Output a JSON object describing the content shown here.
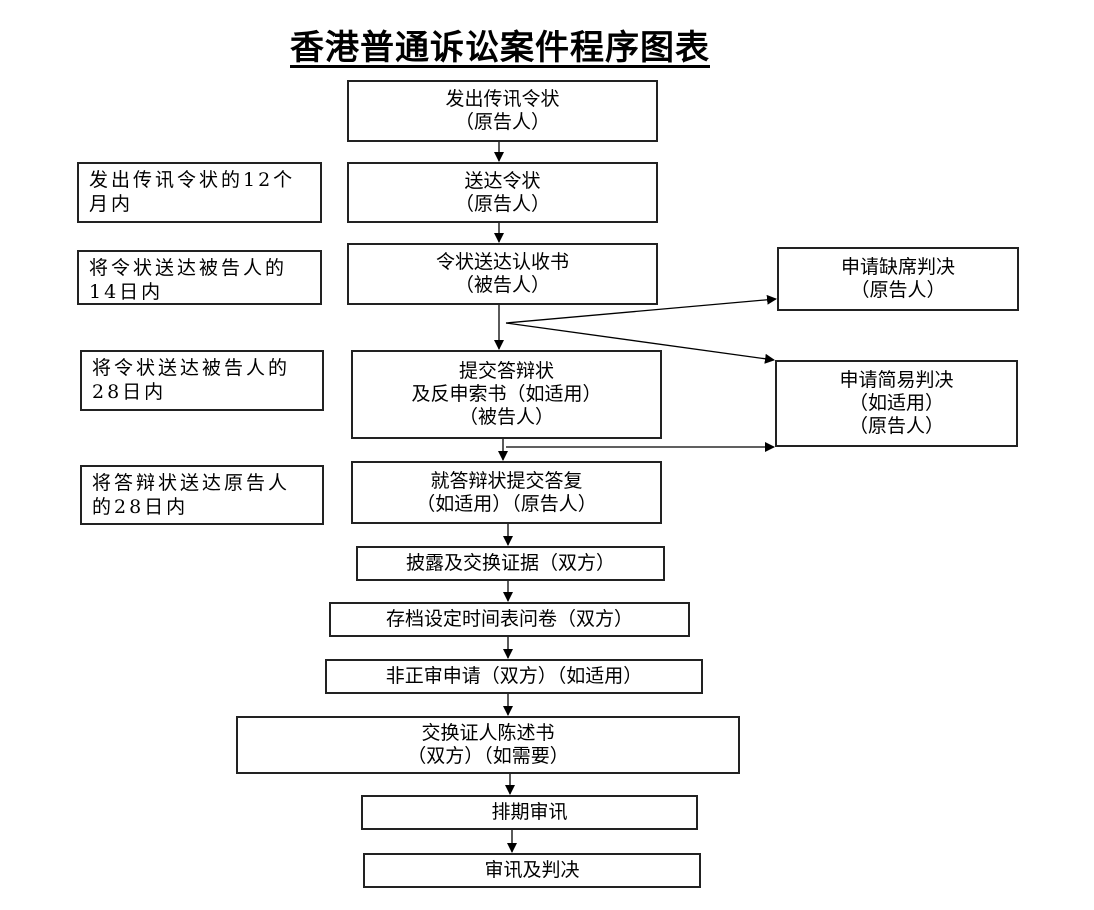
{
  "title": "香港普通诉讼案件程序图表",
  "main_steps": [
    {
      "lines": [
        "发出传讯令状",
        "（原告人）"
      ]
    },
    {
      "lines": [
        "送达令状",
        "（原告人）"
      ]
    },
    {
      "lines": [
        "令状送达认收书",
        "（被告人）"
      ]
    },
    {
      "lines": [
        "提交答辩状",
        "及反申索书（如适用）",
        "（被告人）"
      ]
    },
    {
      "lines": [
        "就答辩状提交答复",
        "（如适用）（原告人）"
      ]
    },
    {
      "lines": [
        "披露及交换证据（双方）"
      ]
    },
    {
      "lines": [
        "存档设定时间表问卷（双方）"
      ]
    },
    {
      "lines": [
        "非正审申请（双方）（如适用）"
      ]
    },
    {
      "lines": [
        "交换证人陈述书",
        "（双方）（如需要）"
      ]
    },
    {
      "lines": [
        "排期审讯"
      ]
    },
    {
      "lines": [
        "审讯及判决"
      ]
    }
  ],
  "time_notes": [
    {
      "lines": [
        "发出传讯令状的12个",
        "月内"
      ]
    },
    {
      "lines": [
        "将令状送达被告人的",
        "14日内"
      ]
    },
    {
      "lines": [
        "将令状送达被告人的",
        "28日内"
      ]
    },
    {
      "lines": [
        "将答辩状送达原告人",
        "的28日内"
      ]
    }
  ],
  "side_branches": [
    {
      "lines": [
        "申请缺席判决",
        "（原告人）"
      ]
    },
    {
      "lines": [
        "申请简易判决",
        "（如适用）",
        "（原告人）"
      ]
    }
  ]
}
